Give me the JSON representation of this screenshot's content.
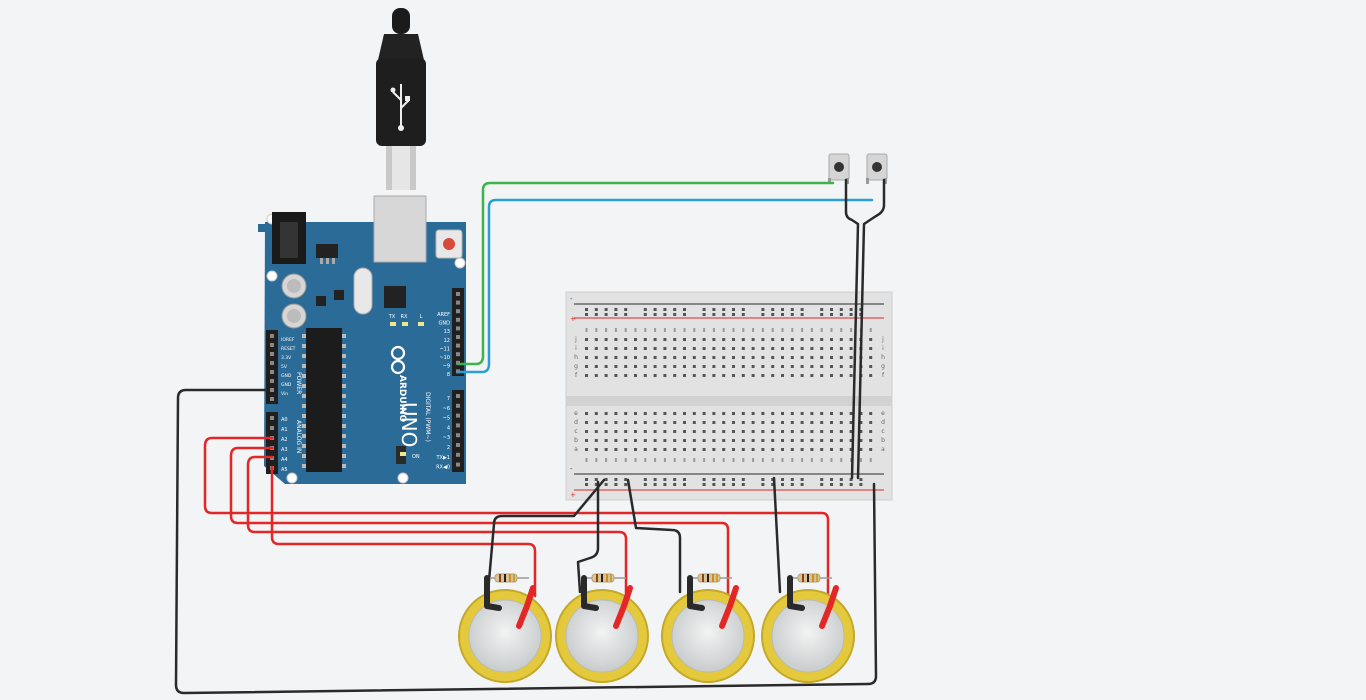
{
  "arduino": {
    "brand": "ARDUINO",
    "model": "UNO",
    "digital_label": "DIGITAL (PWM~)",
    "power_label": "POWER",
    "analog_label": "ANALOG IN",
    "tx_label": "TX",
    "rx_label": "RX",
    "l_label": "L",
    "on_label": "ON",
    "digital_pins": [
      "AREF",
      "GND",
      "13",
      "12",
      "~11",
      "~10",
      "~9",
      "8",
      "7",
      "~6",
      "~5",
      "4",
      "~3",
      "2",
      "TX▶1",
      "RX◀0"
    ],
    "power_pins": [
      "IOREF",
      "RESET",
      "3.3V",
      "5V",
      "GND",
      "GND",
      "Vin"
    ],
    "analog_pins": [
      "A0",
      "A1",
      "A2",
      "A3",
      "A4",
      "A5"
    ]
  },
  "breadboard": {
    "row_letters_top": [
      "j",
      "i",
      "h",
      "g",
      "f"
    ],
    "row_letters_bottom": [
      "e",
      "d",
      "c",
      "b",
      "a"
    ],
    "rail_plus": "+",
    "rail_minus": "-"
  },
  "colors": {
    "background": "#f3f4f6",
    "arduino_board": "#2b6b98",
    "wire_red": "#e32626",
    "wire_black": "#2a2a2a",
    "wire_green": "#3cb44b",
    "wire_blue": "#2a9fd6",
    "piezo_gold": "#e3c93b",
    "piezo_silver": "#d8dadb"
  },
  "components": {
    "piezo_count": 4,
    "resistor_count": 4,
    "button_count": 2
  }
}
